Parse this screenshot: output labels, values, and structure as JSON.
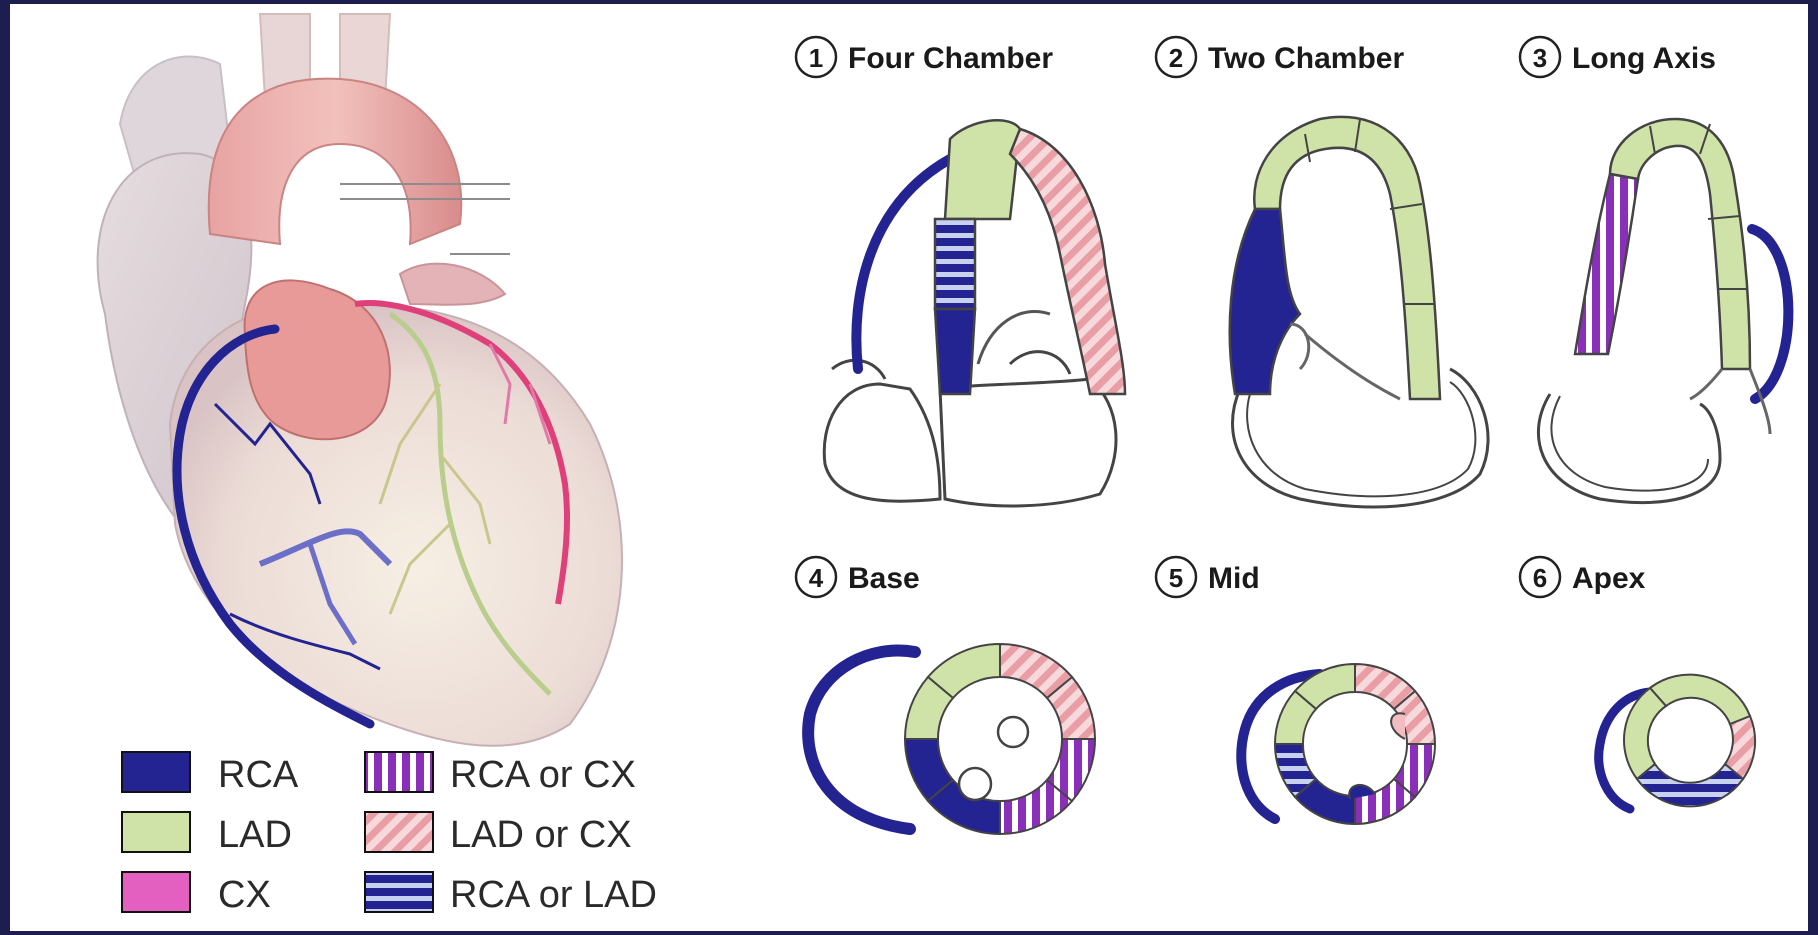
{
  "legend": {
    "items": [
      {
        "key": "RCA",
        "label": "RCA",
        "pattern": "solid-navy"
      },
      {
        "key": "LAD",
        "label": "LAD",
        "pattern": "solid-green"
      },
      {
        "key": "CX",
        "label": "CX",
        "pattern": "solid-magenta"
      },
      {
        "key": "RCA_CX",
        "label": "RCA or CX",
        "pattern": "purple-vertical-stripes"
      },
      {
        "key": "LAD_CX",
        "label": "LAD or CX",
        "pattern": "pink-diagonal-stripes"
      },
      {
        "key": "RCA_LAD",
        "label": "RCA or LAD",
        "pattern": "navy-horizontal-stripes"
      }
    ]
  },
  "views": [
    {
      "number": "1",
      "label": "Four Chamber"
    },
    {
      "number": "2",
      "label": "Two Chamber"
    },
    {
      "number": "3",
      "label": "Long Axis"
    },
    {
      "number": "4",
      "label": "Base"
    },
    {
      "number": "5",
      "label": "Mid"
    },
    {
      "number": "6",
      "label": "Apex"
    }
  ],
  "colors": {
    "rca": "#232391",
    "lad": "#cfe3a8",
    "cx": "#e35fc0",
    "rca_or_cx": "#8a2fb8",
    "lad_or_cx": "#f2bcc0",
    "rca_or_lad": "#232391",
    "frame": "#1e1d4f"
  }
}
